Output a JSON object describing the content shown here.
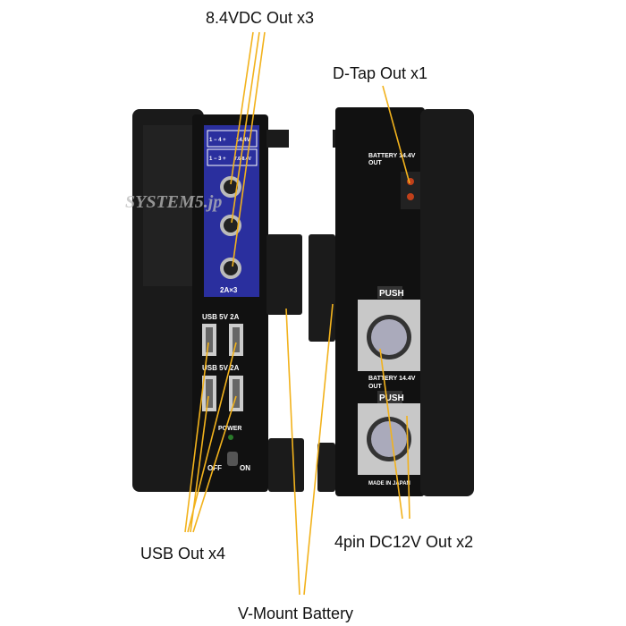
{
  "labels": {
    "dc_out": "8.4VDC Out x3",
    "dtap_out": "D-Tap Out x1",
    "usb_out": "USB Out x4",
    "pin4_out": "4pin DC12V Out x2",
    "vmount": "V-Mount Battery"
  },
  "device_left": {
    "pin_label_1": "1 −  4 +",
    "voltage_1": "14.4V",
    "pin_label_2": "1 −  3 +",
    "voltage_2": "7.6-8.4V",
    "dc_rating": "2A×3",
    "usb_label_1": "USB 5V  2A",
    "usb_label_2": "USB 5V  2A",
    "power": "POWER",
    "off": "OFF",
    "on": "ON"
  },
  "device_right": {
    "dtap_label_1": "BATTERY 14.4V",
    "dtap_label_2": "OUT",
    "push_1": "PUSH",
    "push_2": "PUSH",
    "xlr_label_1": "BATTERY 14.4V",
    "xlr_label_2": "OUT",
    "made_in": "MADE IN JAPAN"
  },
  "watermark": "SYSTEM5.jp",
  "colors": {
    "arrow": "#f2b21c",
    "panel_blue": "#2a2f9e",
    "body": "#141414"
  }
}
